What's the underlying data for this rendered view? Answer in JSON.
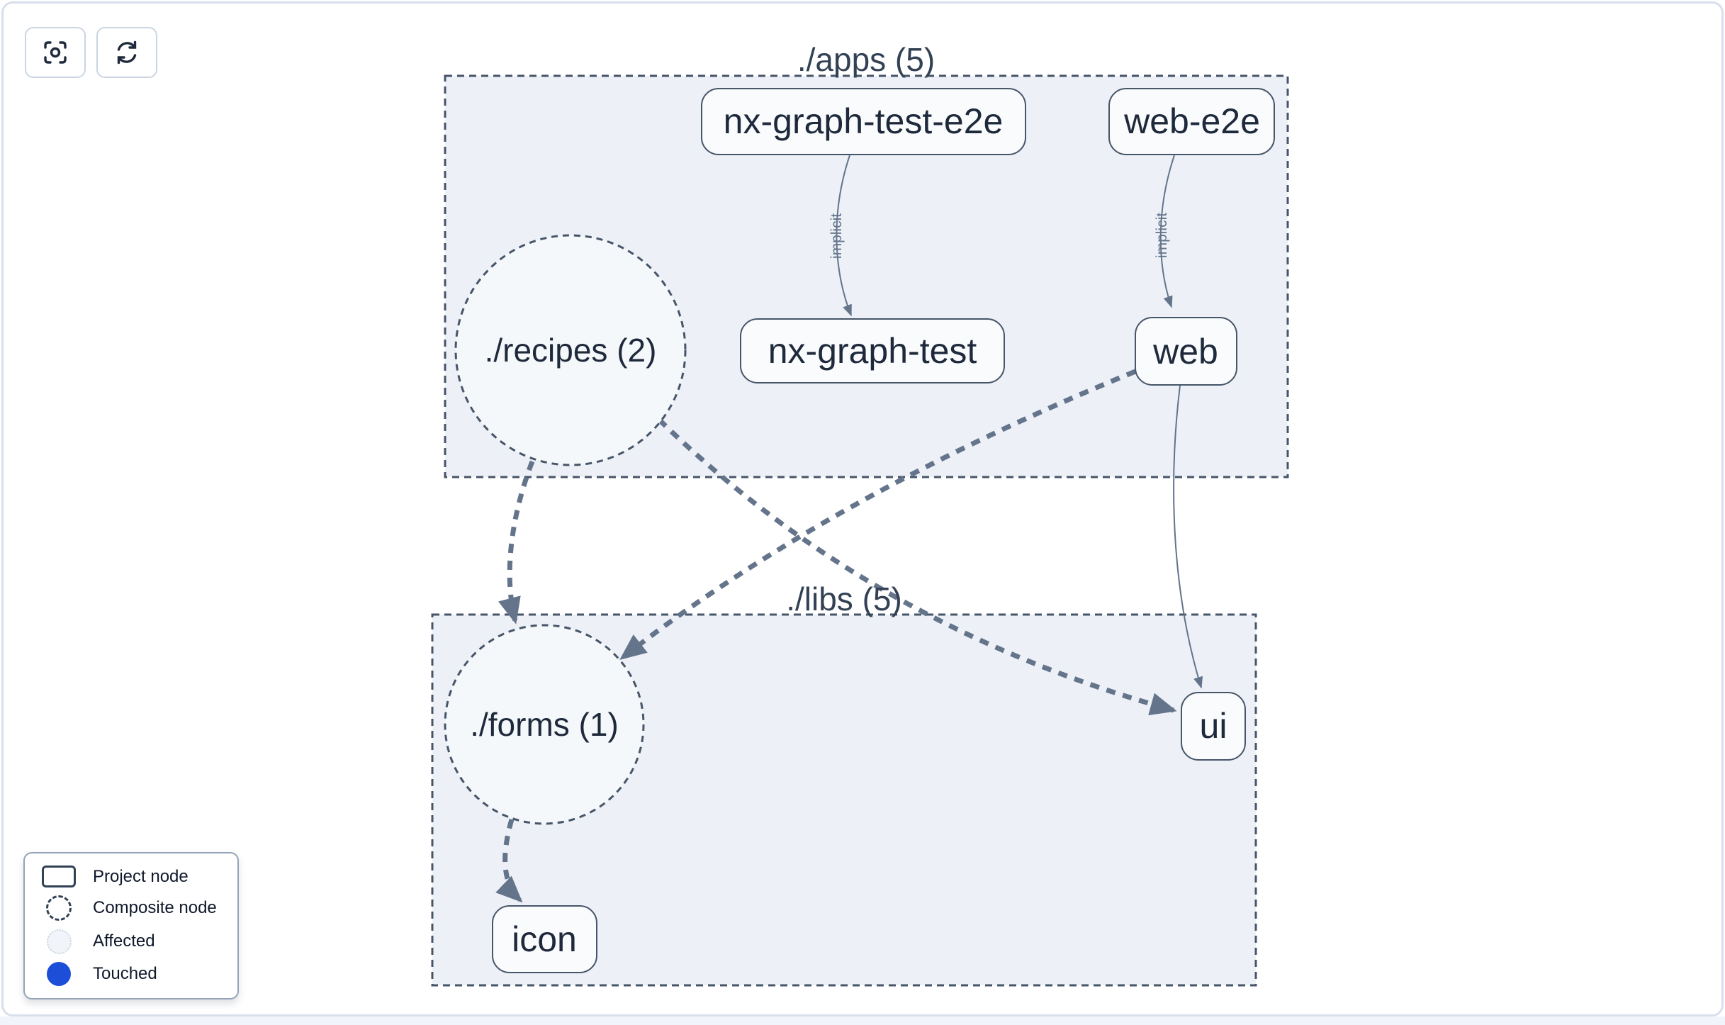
{
  "toolbar": {
    "buttons": [
      {
        "icon": "focus-icon"
      },
      {
        "icon": "refresh-icon"
      }
    ]
  },
  "graph": {
    "groups": [
      {
        "id": "apps",
        "label": "./apps (5)"
      },
      {
        "id": "libs",
        "label": "./libs (5)"
      }
    ],
    "nodes": {
      "composite": [
        {
          "id": "recipes",
          "label": "./recipes (2)"
        },
        {
          "id": "forms",
          "label": "./forms (1)"
        }
      ],
      "project": [
        {
          "id": "nx-graph-test-e2e",
          "label": "nx-graph-test-e2e"
        },
        {
          "id": "web-e2e",
          "label": "web-e2e"
        },
        {
          "id": "nx-graph-test",
          "label": "nx-graph-test"
        },
        {
          "id": "web",
          "label": "web"
        },
        {
          "id": "ui",
          "label": "ui"
        },
        {
          "id": "icon",
          "label": "icon"
        }
      ]
    },
    "edges": [
      {
        "from": "nx-graph-test-e2e",
        "to": "nx-graph-test",
        "label": "implicit",
        "style": "solid-thin"
      },
      {
        "from": "web-e2e",
        "to": "web",
        "label": "implicit",
        "style": "solid-thin"
      },
      {
        "from": "web",
        "to": "ui",
        "label": "",
        "style": "solid-thin"
      },
      {
        "from": "recipes",
        "to": "forms",
        "label": "",
        "style": "dashed-thick"
      },
      {
        "from": "recipes",
        "to": "ui",
        "label": "",
        "style": "dashed-thick"
      },
      {
        "from": "web",
        "to": "forms",
        "label": "",
        "style": "dashed-thick"
      },
      {
        "from": "forms",
        "to": "icon",
        "label": "",
        "style": "dashed-thick"
      }
    ]
  },
  "legend": {
    "items": [
      {
        "swatch": "project-node",
        "label": "Project node"
      },
      {
        "swatch": "composite-node",
        "label": "Composite node"
      },
      {
        "swatch": "affected",
        "label": "Affected"
      },
      {
        "swatch": "touched",
        "label": "Touched"
      }
    ]
  },
  "colors": {
    "group_fill": "#edf1f7",
    "group_border": "#475569",
    "node_fill": "#fafbfd",
    "node_border": "#475569",
    "node_text": "#1e293b",
    "edge": "#64748b",
    "touched_blue": "#1d4ed8",
    "affected_fill": "#f1f5f9"
  }
}
